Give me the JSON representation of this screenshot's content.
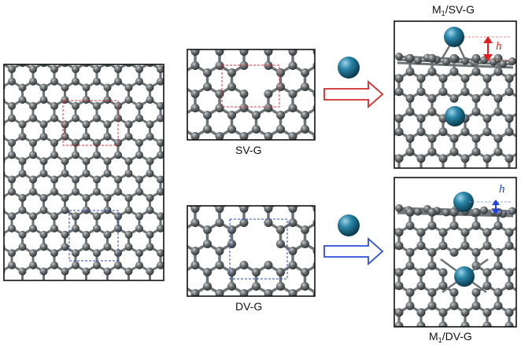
{
  "labels": {
    "sv_g": "SV-G",
    "dv_g": "DV-G",
    "m1sv_prefix": "M",
    "m1sv_sub": "1",
    "m1sv_suffix": "/SV-G",
    "m1dv_prefix": "M",
    "m1dv_sub": "1",
    "m1dv_suffix": "/DV-G",
    "h_top": "h",
    "h_bottom": "h"
  },
  "colors": {
    "carbon": "#5a5f61",
    "bond": "#6e7375",
    "metal": "#1b6f8f",
    "sv_highlight": "#e0303a",
    "dv_highlight": "#2a47c9",
    "sv_arrow": "#d42a2a",
    "dv_arrow": "#2a4fd6",
    "frame": "#111111"
  },
  "icons": {
    "metal_atom": "sphere-icon",
    "sv_arrow": "hollow-right-arrow-icon",
    "dv_arrow": "hollow-right-arrow-icon",
    "height_arrow": "double-arrow-icon"
  }
}
